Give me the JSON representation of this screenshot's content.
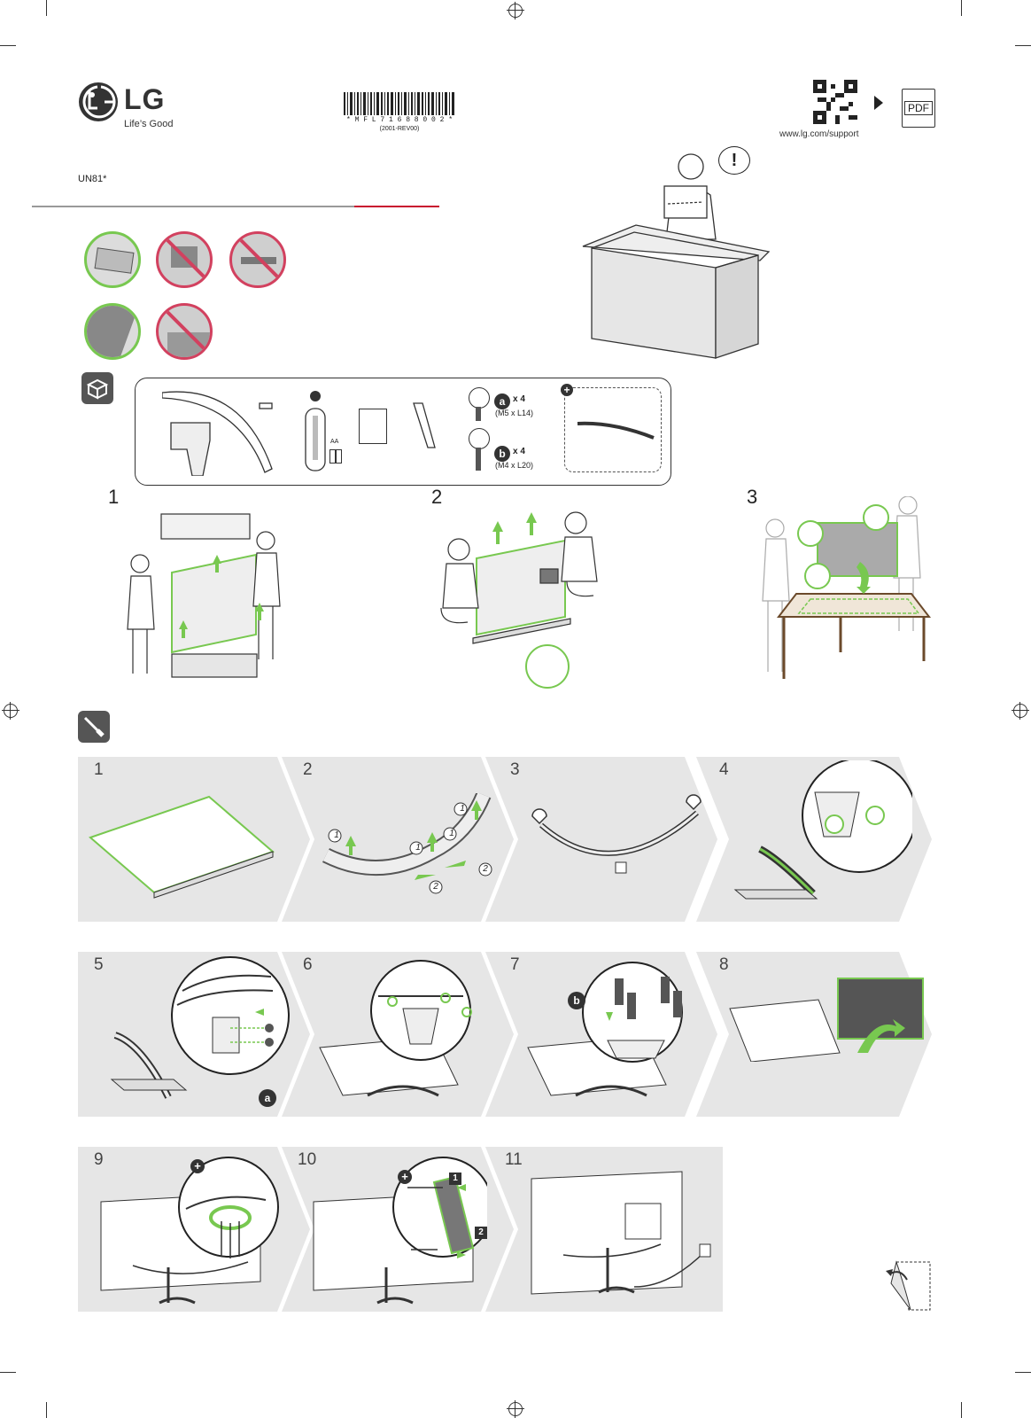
{
  "brand": {
    "name": "LG",
    "slogan": "Life’s Good"
  },
  "barcode": {
    "code": "* M F L 7 1 6 8 8 0 0 2 *",
    "revision": "(2001-REV00)"
  },
  "support": {
    "url": "www.lg.com/support",
    "pdf_label": "PDF"
  },
  "model": "UN81*",
  "caution_mark": "!",
  "unpack": {
    "steps": [
      "1",
      "2",
      "3"
    ],
    "screw_a": {
      "letter": "a",
      "qty": "x 4",
      "spec": "(M5 x L14)"
    },
    "screw_b": {
      "letter": "b",
      "qty": "x 4",
      "spec": "(M4 x L20)"
    },
    "battery_label": "AA",
    "option_mark": "+"
  },
  "assembly": {
    "steps": [
      "1",
      "2",
      "3",
      "4",
      "5",
      "6",
      "7",
      "8",
      "9",
      "10",
      "11"
    ],
    "arrow_labels": [
      "1",
      "1",
      "1",
      "1",
      "2",
      "2"
    ],
    "badge_a": "a",
    "badge_b": "b",
    "sq_labels": [
      "1",
      "2"
    ],
    "plus_mark": "+"
  },
  "colors": {
    "accent_green": "#78c850",
    "forbidden_red": "#d2415f",
    "brand_red": "#c8102e",
    "panel_gray": "#e6e6e6"
  }
}
